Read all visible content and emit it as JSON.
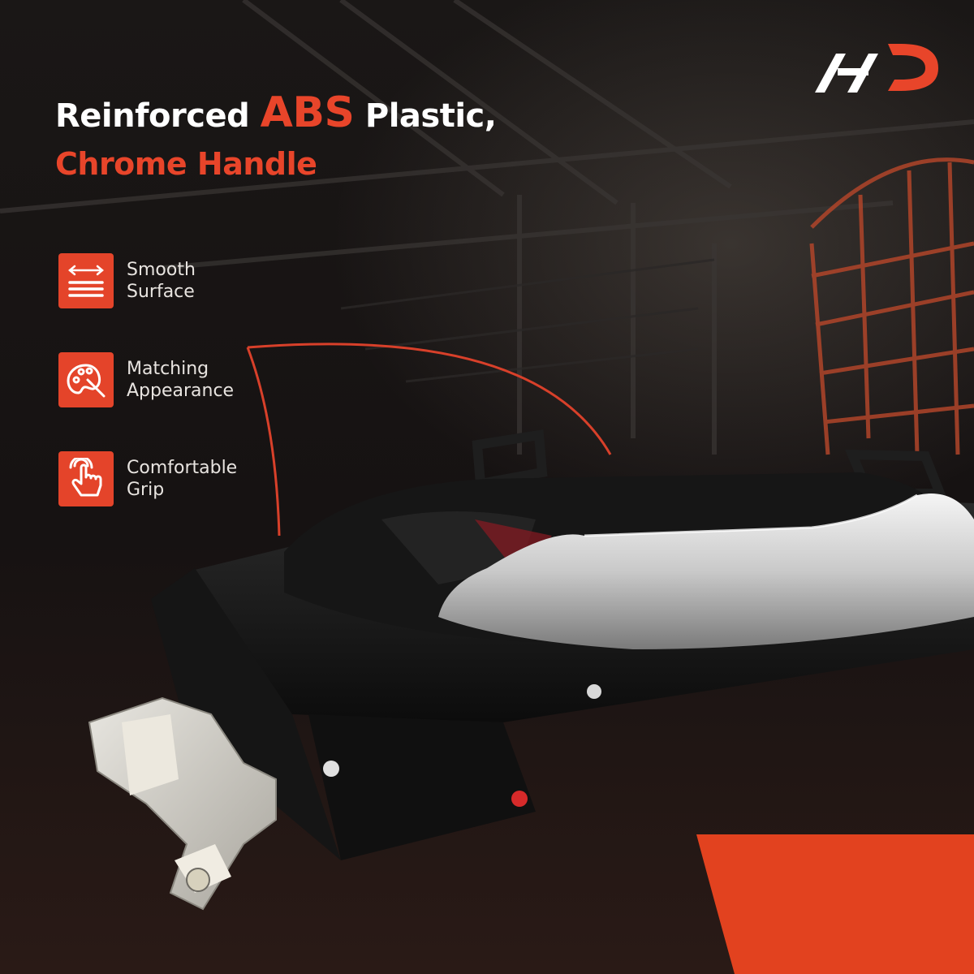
{
  "brand": {
    "logo_icon": "a-premium-logo-icon",
    "accent_color": "#e8452a"
  },
  "headline": {
    "pre": "Reinforced ",
    "highlight": "ABS",
    "post": " Plastic,",
    "line2": "Chrome Handle"
  },
  "features": [
    {
      "icon": "smooth-surface-icon",
      "line1": "Smooth",
      "line2": "Surface"
    },
    {
      "icon": "palette-icon",
      "line1": "Matching",
      "line2": "Appearance"
    },
    {
      "icon": "hand-tap-icon",
      "line1": "Comfortable",
      "line2": "Grip"
    }
  ]
}
